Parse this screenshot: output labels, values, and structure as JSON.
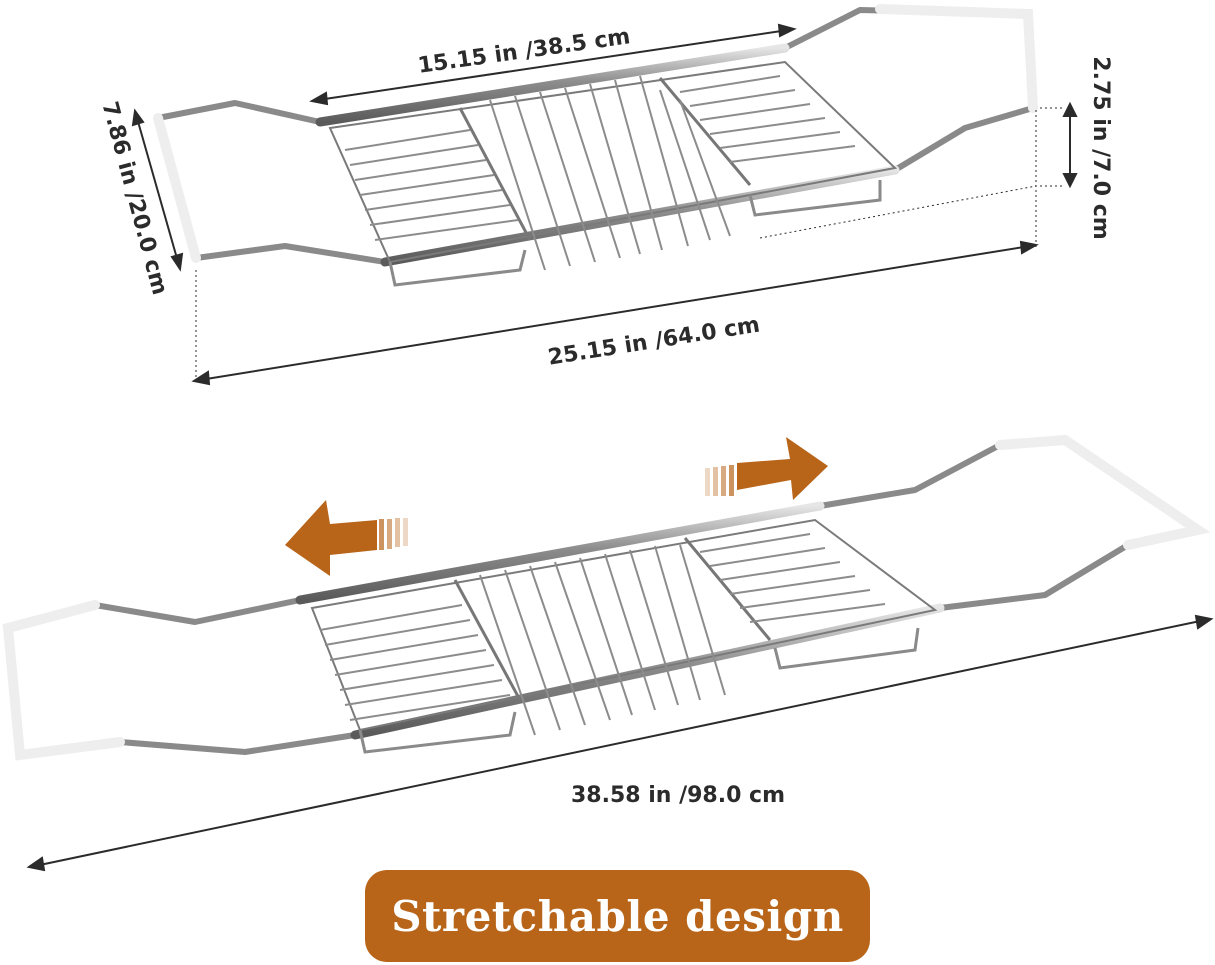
{
  "dimensions": {
    "basket_length": "15.15 in /38.5 cm",
    "height": "2.75 in /7.0 cm",
    "width": "7.86 in /20.0 cm",
    "closed_length": "25.15 in /64.0 cm",
    "extended_length": "38.58 in /98.0 cm"
  },
  "banner": {
    "label": "Stretchable design"
  },
  "colors": {
    "accent": "#b8651a",
    "steel": "#9a9a9a",
    "steel_dark": "#6e6e6e",
    "dimension_line": "#2b2b2b",
    "grip": "#e9e9e9"
  },
  "icons": {
    "left_arrow": "arrow-left-icon",
    "right_arrow": "arrow-right-icon"
  }
}
